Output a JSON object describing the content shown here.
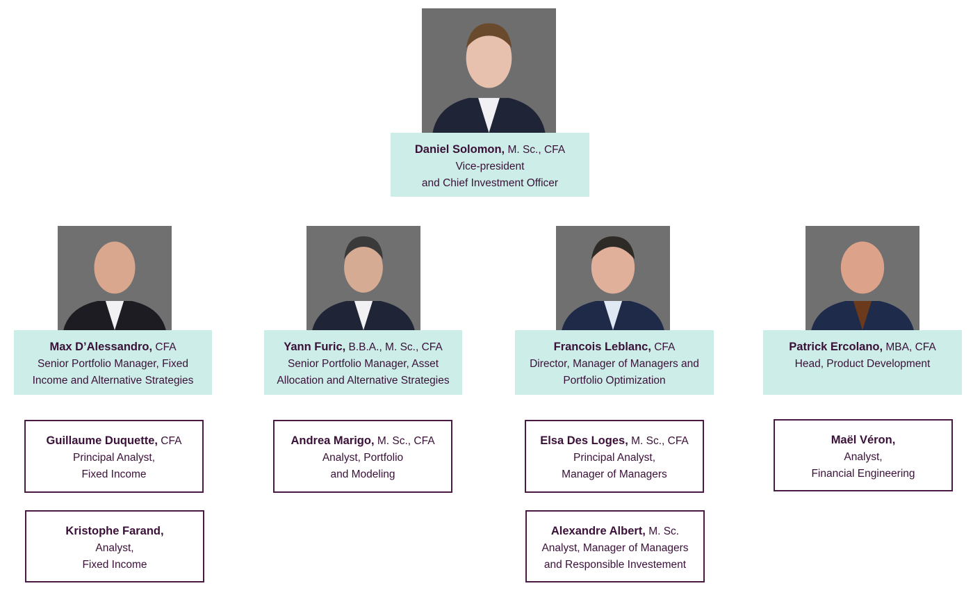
{
  "colors": {
    "text": "#3a1038",
    "leader_box": "#cdeee8",
    "box_border": "#4a1a45",
    "photo_bg": "#6e6e6e"
  },
  "chief": {
    "name": "Daniel Solomon,",
    "credentials": " M. Sc., CFA",
    "title_lines": [
      "Vice-president",
      "and Chief Investment Officer"
    ]
  },
  "leaders": [
    {
      "name": "Max D’Alessandro,",
      "credentials": " CFA",
      "title_lines": [
        "Senior Portfolio Manager, Fixed",
        "Income and Alternative Strategies"
      ]
    },
    {
      "name": "Yann Furic,",
      "credentials": " B.B.A., M. Sc., CFA",
      "title_lines": [
        "Senior Portfolio Manager, Asset",
        "Allocation and Alternative Strategies"
      ]
    },
    {
      "name": "Francois Leblanc,",
      "credentials": " CFA",
      "title_lines": [
        "Director, Manager of Managers and",
        "Portfolio Optimization"
      ]
    },
    {
      "name": "Patrick Ercolano,",
      "credentials": " MBA, CFA",
      "title_lines": [
        "Head, Product Development"
      ]
    }
  ],
  "team": [
    {
      "name": "Guillaume Duquette,",
      "credentials": " CFA",
      "title_lines": [
        "Principal Analyst,",
        "Fixed Income"
      ]
    },
    {
      "name": "Kristophe Farand,",
      "credentials": "",
      "title_lines": [
        "Analyst,",
        "Fixed Income"
      ]
    },
    {
      "name": "Andrea Marigo,",
      "credentials": " M. Sc., CFA",
      "title_lines": [
        "Analyst, Portfolio",
        "and Modeling"
      ]
    },
    {
      "name": "Elsa Des Loges,",
      "credentials": " M. Sc., CFA",
      "title_lines": [
        "Principal Analyst,",
        "Manager of Managers"
      ]
    },
    {
      "name": "Alexandre Albert,",
      "credentials": " M. Sc.",
      "title_lines": [
        "Analyst, Manager of Managers",
        "and Responsible Investement"
      ]
    },
    {
      "name": "Maël Véron,",
      "credentials": "",
      "title_lines": [
        "Analyst,",
        "Financial Engineering"
      ]
    }
  ]
}
